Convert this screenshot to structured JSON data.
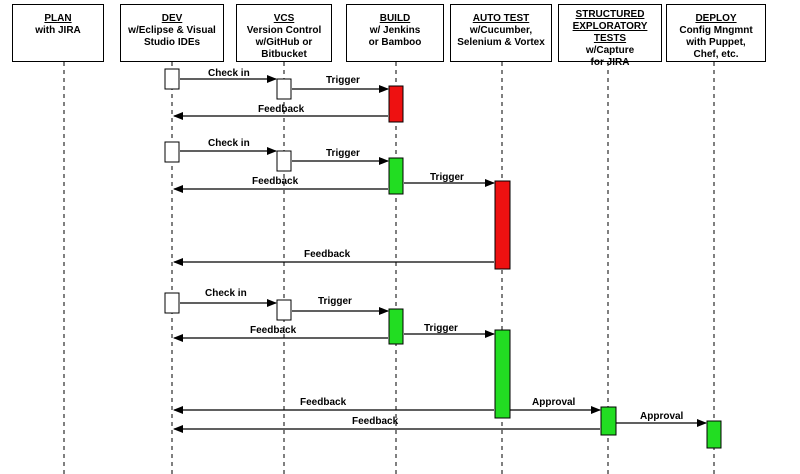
{
  "lanes": [
    {
      "title": "PLAN",
      "subtitle": "with JIRA"
    },
    {
      "title": "DEV",
      "subtitle": "w/Eclipse & Visual\nStudio IDEs"
    },
    {
      "title": "VCS",
      "subtitle": "Version Control\nw/GitHub or\nBitbucket"
    },
    {
      "title": "BUILD",
      "subtitle": "w/ Jenkins\nor Bamboo"
    },
    {
      "title": "AUTO TEST",
      "subtitle": "w/Cucumber,\nSelenium & Vortex"
    },
    {
      "title": "STRUCTURED\nEXPLORATORY\nTESTS",
      "subtitle": "w/Capture\nfor JIRA"
    },
    {
      "title": "DEPLOY",
      "subtitle": "Config Mngmnt\nwith Puppet,\nChef, etc."
    }
  ],
  "messages": {
    "check_in": "Check in",
    "trigger": "Trigger",
    "feedback": "Feedback",
    "approval": "Approval"
  },
  "colors": {
    "fail": "#ee1111",
    "pass": "#22dd22",
    "neutral": "#ffffff",
    "line": "#000000"
  }
}
